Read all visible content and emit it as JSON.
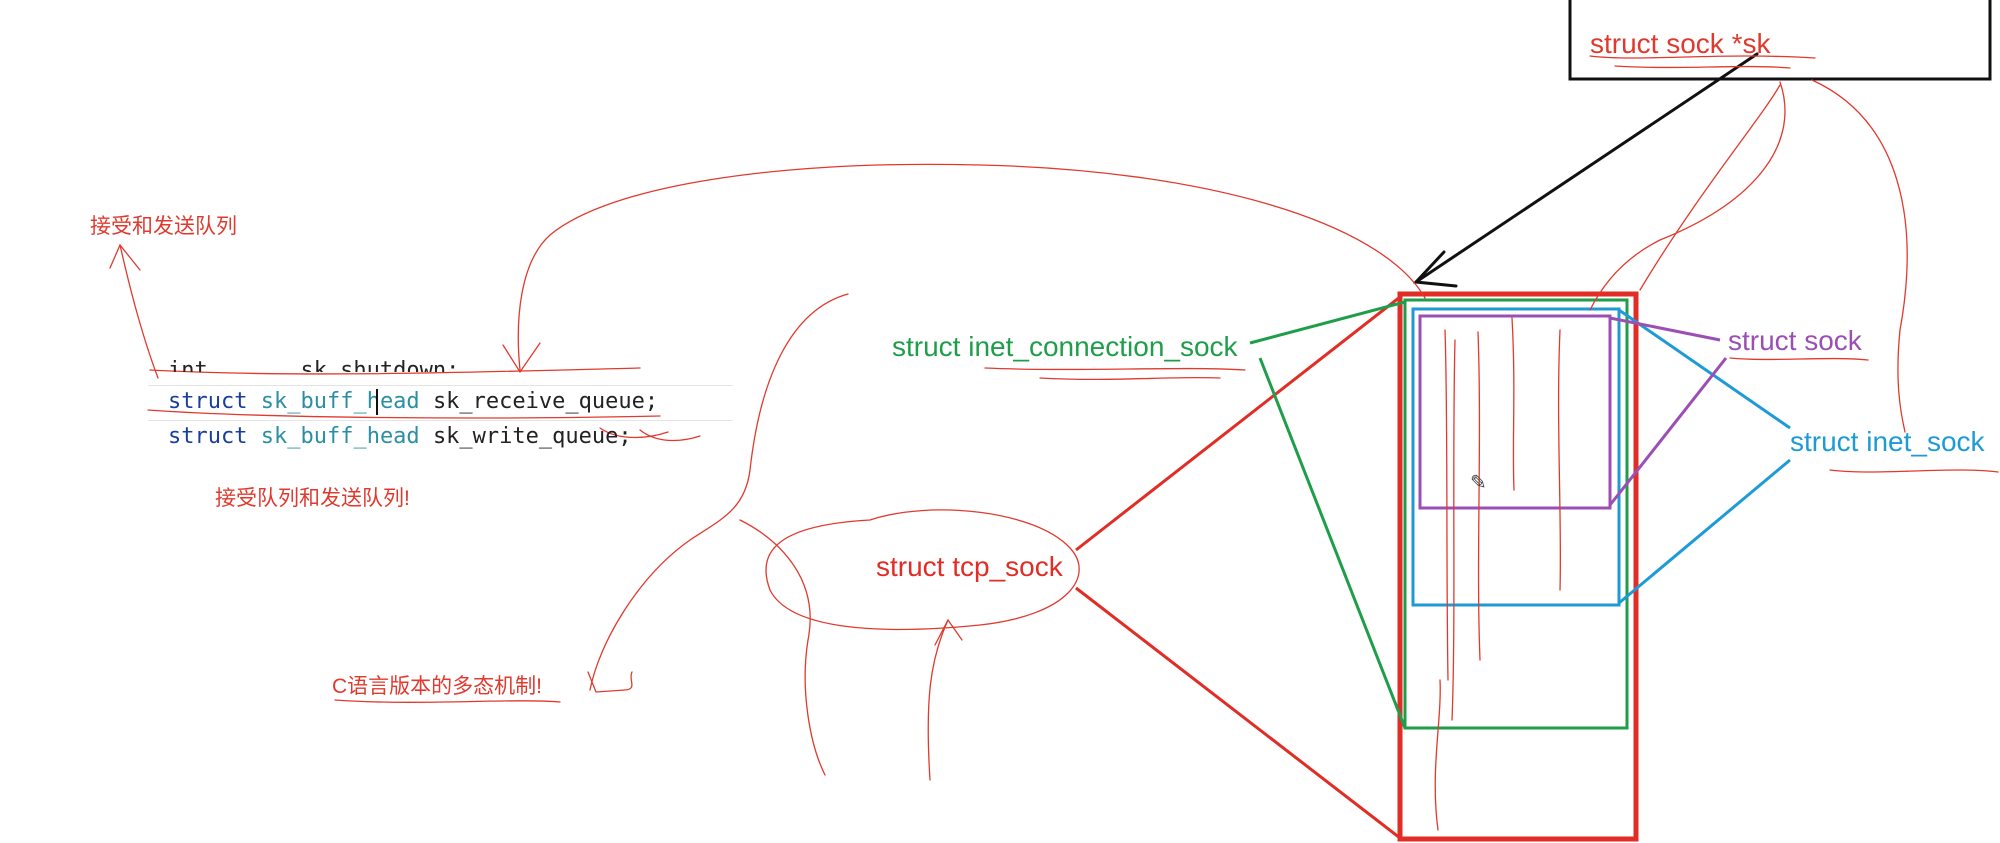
{
  "annotations": {
    "queues_heading": "接受和发送队列",
    "queues_note": "接受队列和发送队列!",
    "polymorphism_note": "C语言版本的多态机制!"
  },
  "code": {
    "partial_line": "int       sk_shutdown;",
    "line1": {
      "keyword": "struct",
      "type": "sk_buff_head",
      "member": "sk_receive_queue;"
    },
    "line2": {
      "keyword": "struct",
      "type": "sk_buff_head",
      "member": "sk_write_queue;"
    }
  },
  "diagram": {
    "pointer_label": "struct sock *sk",
    "tcp_sock": "struct tcp_sock",
    "inet_connection_sock": "struct inet_connection_sock",
    "inet_sock": "struct inet_sock",
    "sock": "struct sock"
  },
  "colors": {
    "annotation_red": "#e03a2f",
    "tcp_red": "#e12d26",
    "icsk_green": "#1f9e4a",
    "inet_blue": "#1e9ad6",
    "sock_purple": "#9b4fb4",
    "pointer_black": "#111111"
  }
}
